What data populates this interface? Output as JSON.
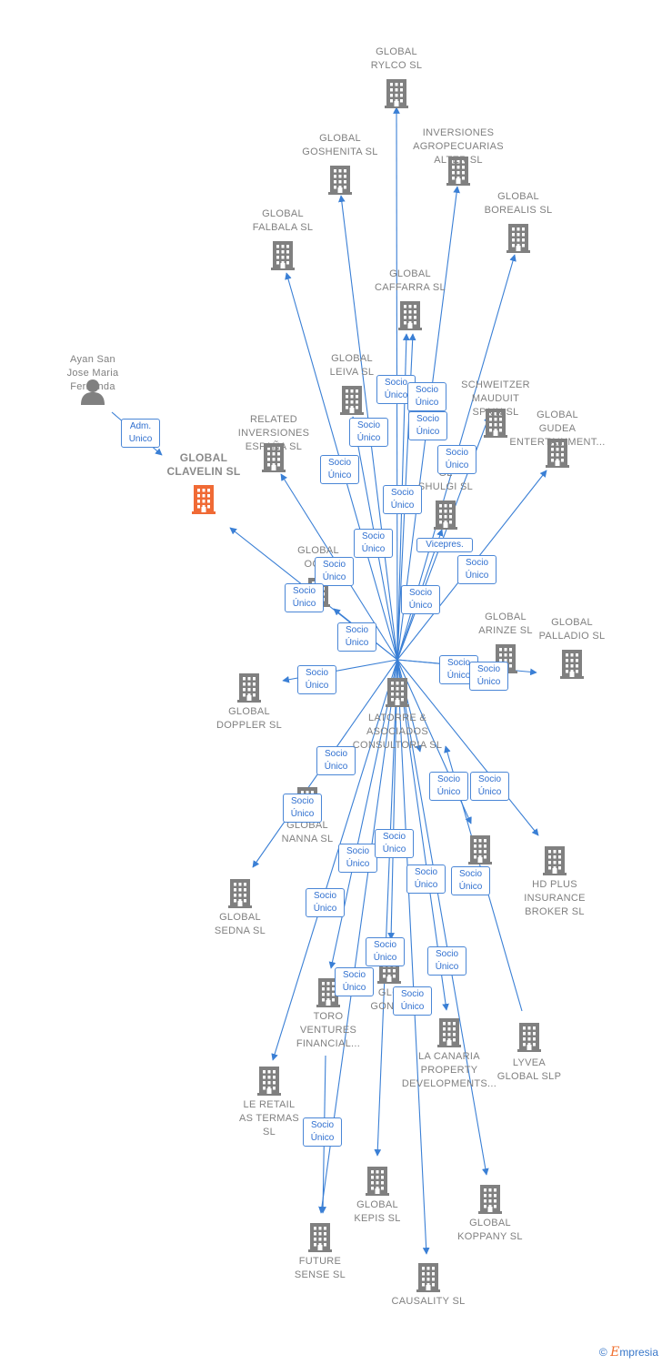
{
  "colors": {
    "edge": "#3a7fd5",
    "building": "#808080",
    "focus": "#f06a35",
    "text": "#808080"
  },
  "nodes": [
    {
      "id": "latorre",
      "label": "LATORRE &\nASOCIADOS\nCONSULTORIA SL",
      "icon": "building-icon",
      "type": "company"
    },
    {
      "id": "clavelin",
      "label": "GLOBAL\nCLAVELIN SL",
      "icon": "building-icon",
      "type": "focus"
    },
    {
      "id": "ayan",
      "label": "Ayan San\nJose Maria\nFernanda",
      "icon": "person-icon",
      "type": "person"
    },
    {
      "id": "rylco",
      "label": "GLOBAL\nRYLCO SL",
      "icon": "building-icon",
      "type": "company"
    },
    {
      "id": "alter",
      "label": "INVERSIONES\nAGROPECUARIAS\nALTER SL",
      "icon": "building-icon",
      "type": "company"
    },
    {
      "id": "goshenita",
      "label": "GLOBAL\nGOSHENITA SL",
      "icon": "building-icon",
      "type": "company"
    },
    {
      "id": "borealis",
      "label": "GLOBAL\nBOREALIS SL",
      "icon": "building-icon",
      "type": "company"
    },
    {
      "id": "falbala",
      "label": "GLOBAL\nFALBALA SL",
      "icon": "building-icon",
      "type": "company"
    },
    {
      "id": "caffarra",
      "label": "GLOBAL\nCAFFARRA SL",
      "icon": "building-icon",
      "type": "company"
    },
    {
      "id": "leiva",
      "label": "GLOBAL\nLEIVA SL",
      "icon": "building-icon",
      "type": "company"
    },
    {
      "id": "schweitzer",
      "label": "SCHWEITZER\nMAUDUIT\nSPAIN SL",
      "icon": "building-icon",
      "type": "company"
    },
    {
      "id": "gudea",
      "label": "GLOBAL\nGUDEA\nENTERTAINMENT...",
      "icon": "building-icon",
      "type": "company"
    },
    {
      "id": "related",
      "label": "RELATED\nINVERSIONES\nESPAÑA SL",
      "icon": "building-icon",
      "type": "company"
    },
    {
      "id": "shulgi",
      "label": "GL\nSHULGI SL",
      "icon": "building-icon",
      "type": "company"
    },
    {
      "id": "octa",
      "label": "GLOBAL\nOCTA",
      "icon": "building-icon",
      "type": "company"
    },
    {
      "id": "arinze",
      "label": "GLOBAL\nARINZE SL",
      "icon": "building-icon",
      "type": "company"
    },
    {
      "id": "palladio",
      "label": "GLOBAL\nPALLADIO SL",
      "icon": "building-icon",
      "type": "company"
    },
    {
      "id": "doppler",
      "label": "GLOBAL\nDOPPLER SL",
      "icon": "building-icon",
      "type": "company"
    },
    {
      "id": "nanna",
      "label": "GLOBAL\nNANNA SL",
      "icon": "building-icon",
      "type": "company"
    },
    {
      "id": "sedna",
      "label": "GLOBAL\nSEDNA SL",
      "icon": "building-icon",
      "type": "company"
    },
    {
      "id": "hdplus",
      "label": "HD PLUS\nINSURANCE\nBROKER SL",
      "icon": "building-icon",
      "type": "company"
    },
    {
      "id": "globalsl",
      "label": "AL\nSL",
      "icon": "building-icon",
      "type": "company"
    },
    {
      "id": "toro",
      "label": "TORO\nVENTURES\nFINANCIAL...",
      "icon": "building-icon",
      "type": "company"
    },
    {
      "id": "gonee",
      "label": "GLO\nGONEE",
      "icon": "building-icon",
      "type": "company"
    },
    {
      "id": "lacanaria",
      "label": "LA CANARIA\nPROPERTY\nDEVELOPMENTS...",
      "icon": "building-icon",
      "type": "company"
    },
    {
      "id": "lyvea",
      "label": "LYVEA\nGLOBAL SLP",
      "icon": "building-icon",
      "type": "company"
    },
    {
      "id": "leretail",
      "label": "LE RETAIL\nAS TERMAS\nSL",
      "icon": "building-icon",
      "type": "company"
    },
    {
      "id": "kepis",
      "label": "GLOBAL\nKEPIS SL",
      "icon": "building-icon",
      "type": "company"
    },
    {
      "id": "koppany",
      "label": "GLOBAL\nKOPPANY SL",
      "icon": "building-icon",
      "type": "company"
    },
    {
      "id": "future",
      "label": "FUTURE\nSENSE SL",
      "icon": "building-icon",
      "type": "company"
    },
    {
      "id": "causality",
      "label": "CAUSALITY SL",
      "icon": "building-icon",
      "type": "company"
    }
  ],
  "edge_labels": [
    "Adm.\nUnico",
    "Socio\nÚnico",
    "Socio\nÚnico",
    "Socio\nÚnico",
    "Socio\nÚnico",
    "Socio\nÚnico",
    "Socio\nÚnico",
    "Socio\nÚnico",
    "Socio\nÚnico",
    "Vicepres.",
    "Socio\nÚnico",
    "Socio\nÚnico",
    "Socio\nÚnico",
    "Socio\nÚnico",
    "Socio\nÚnico",
    "Socio\nÚnico",
    "Socio\nÚnico",
    "Socio\nÚnico",
    "Socio\nÚnico",
    "Socio\nÚnico",
    "Socio\nÚnico",
    "Socio\nÚnico",
    "Socio\nÚnico",
    "Socio\nÚnico",
    "Socio\nÚnico",
    "Socio\nÚnico",
    "Socio\nÚnico",
    "Socio\nÚnico",
    "Socio\nÚnico",
    "Socio\nÚnico",
    "Socio\nÚnico",
    "Socio\nÚnico",
    "Socio\nÚnico",
    "Adm.\nUnico"
  ],
  "brand": {
    "copyright": "©",
    "initial": "E",
    "rest": "mpresia"
  }
}
